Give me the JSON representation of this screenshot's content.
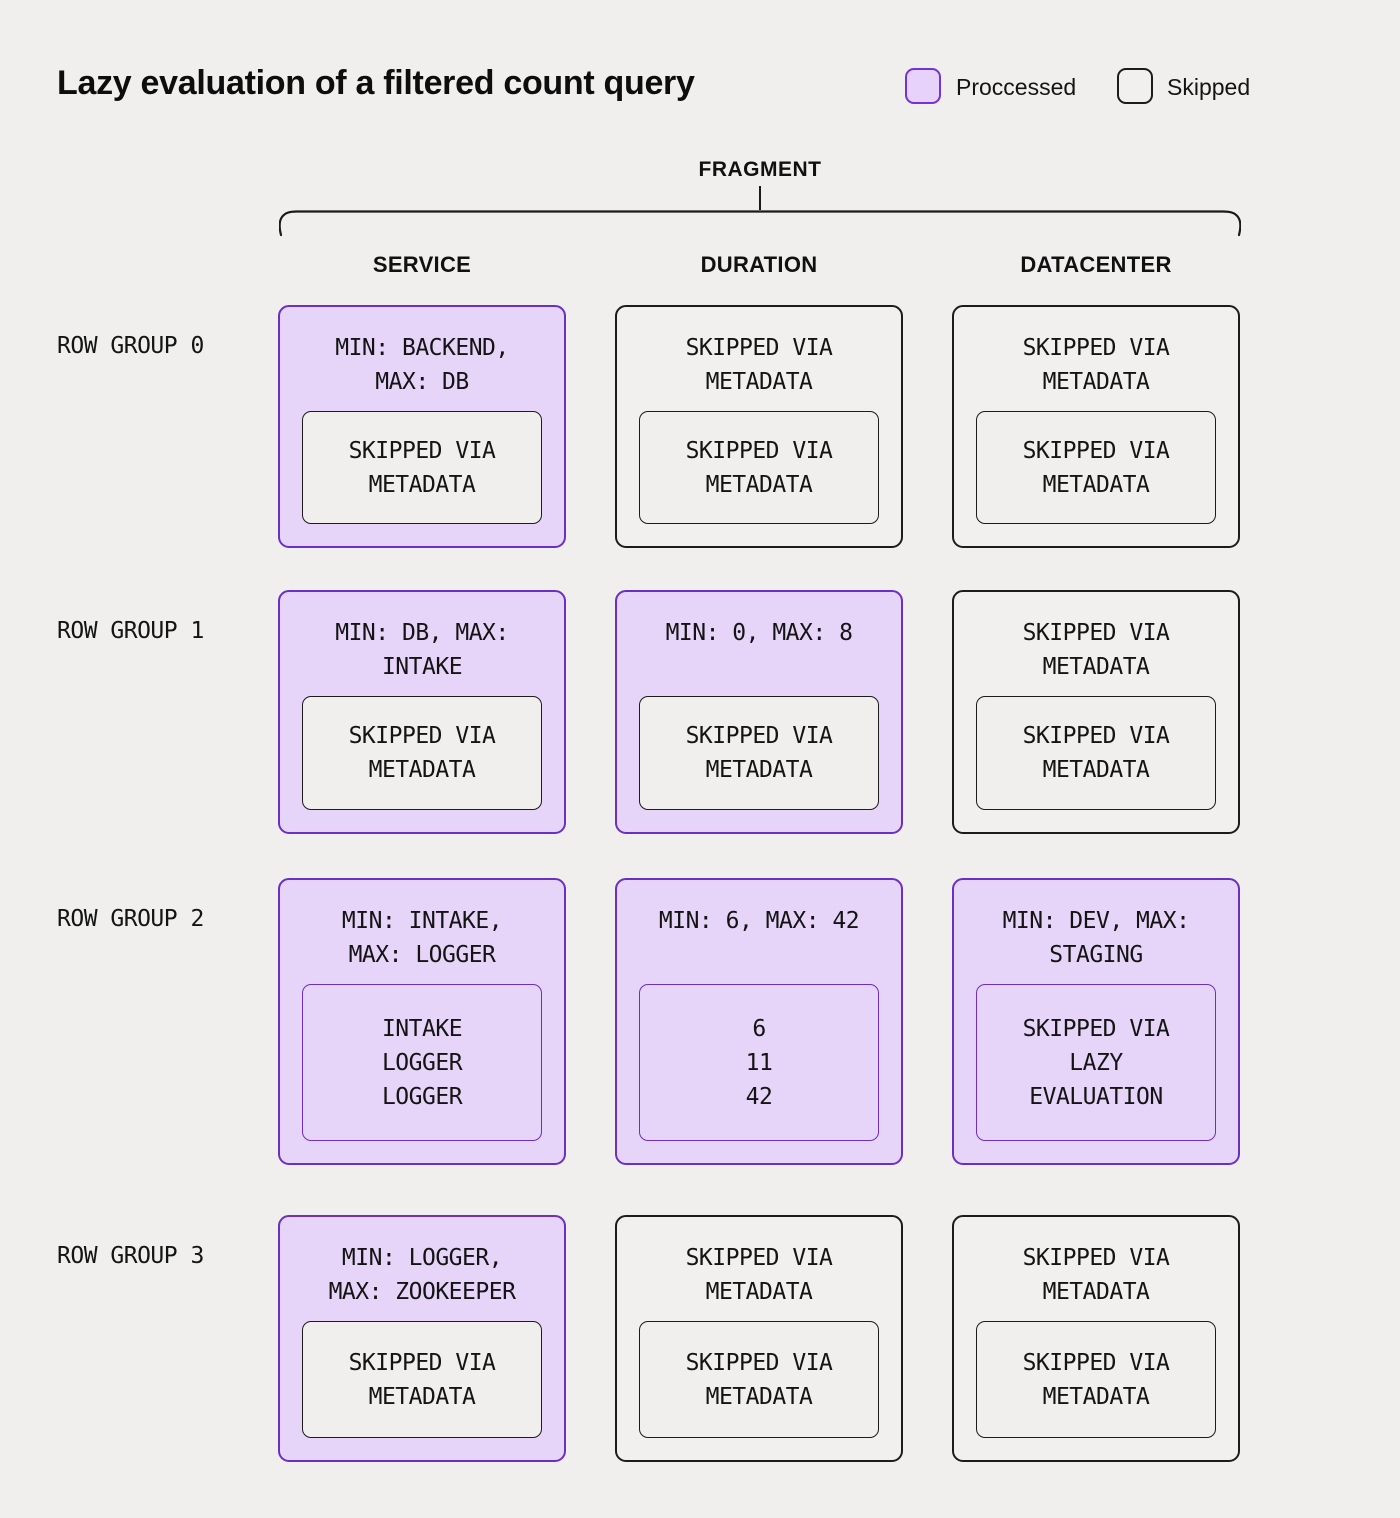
{
  "title": "Lazy evaluation of a filtered count query",
  "legend": {
    "processed": {
      "label": "Proccessed"
    },
    "skipped": {
      "label": "Skipped"
    }
  },
  "fragment_label": "FRAGMENT",
  "columns": [
    "SERVICE",
    "DURATION",
    "DATACENTER"
  ],
  "colors": {
    "background": "#f0efee",
    "processed_fill": "#e6d5f9",
    "processed_border": "#6b2fc3",
    "skipped_fill": "#f1f0ef",
    "skipped_border": "#1c1c1c",
    "text": "#141414"
  },
  "row_groups": [
    {
      "label": "ROW GROUP 0",
      "cells": [
        {
          "state": "processed",
          "meta": "MIN: BACKEND,\nMAX: DB",
          "inner_state": "skipped",
          "inner": "SKIPPED VIA\nMETADATA"
        },
        {
          "state": "skipped",
          "meta": "SKIPPED VIA\nMETADATA",
          "inner_state": "skipped",
          "inner": "SKIPPED VIA\nMETADATA"
        },
        {
          "state": "skipped",
          "meta": "SKIPPED VIA\nMETADATA",
          "inner_state": "skipped",
          "inner": "SKIPPED VIA\nMETADATA"
        }
      ]
    },
    {
      "label": "ROW GROUP 1",
      "cells": [
        {
          "state": "processed",
          "meta": "MIN: DB, MAX:\nINTAKE",
          "inner_state": "skipped",
          "inner": "SKIPPED VIA\nMETADATA"
        },
        {
          "state": "processed",
          "meta": "MIN: 0, MAX: 8",
          "inner_state": "skipped",
          "inner": "SKIPPED VIA\nMETADATA"
        },
        {
          "state": "skipped",
          "meta": "SKIPPED VIA\nMETADATA",
          "inner_state": "skipped",
          "inner": "SKIPPED VIA\nMETADATA"
        }
      ]
    },
    {
      "label": "ROW GROUP 2",
      "cells": [
        {
          "state": "processed",
          "meta": "MIN: INTAKE,\nMAX: LOGGER",
          "inner_state": "processed",
          "inner": "INTAKE\nLOGGER\nLOGGER"
        },
        {
          "state": "processed",
          "meta": "MIN: 6, MAX: 42",
          "inner_state": "processed",
          "inner": "6\n11\n42"
        },
        {
          "state": "processed",
          "meta": "MIN: DEV, MAX:\nSTAGING",
          "inner_state": "processed",
          "inner": "SKIPPED VIA\nLAZY\nEVALUATION"
        }
      ]
    },
    {
      "label": "ROW GROUP 3",
      "cells": [
        {
          "state": "processed",
          "meta": "MIN: LOGGER,\nMAX: ZOOKEEPER",
          "inner_state": "skipped",
          "inner": "SKIPPED VIA\nMETADATA"
        },
        {
          "state": "skipped",
          "meta": "SKIPPED VIA\nMETADATA",
          "inner_state": "skipped",
          "inner": "SKIPPED VIA\nMETADATA"
        },
        {
          "state": "skipped",
          "meta": "SKIPPED VIA\nMETADATA",
          "inner_state": "skipped",
          "inner": "SKIPPED VIA\nMETADATA"
        }
      ]
    }
  ]
}
